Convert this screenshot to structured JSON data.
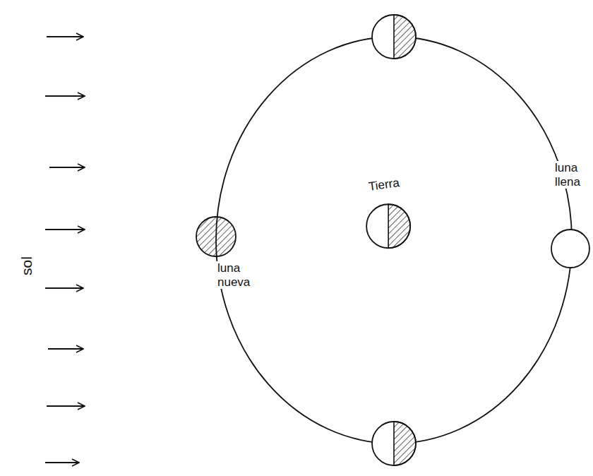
{
  "diagram": {
    "nodes": [
      {
        "text": [
          "luna nueva"
        ]
      },
      {
        "text": [
          "Tierra"
        ]
      },
      {
        "text": [
          "luna llena"
        ]
      }
    ],
    "labels": [
      "sol"
    ]
  }
}
